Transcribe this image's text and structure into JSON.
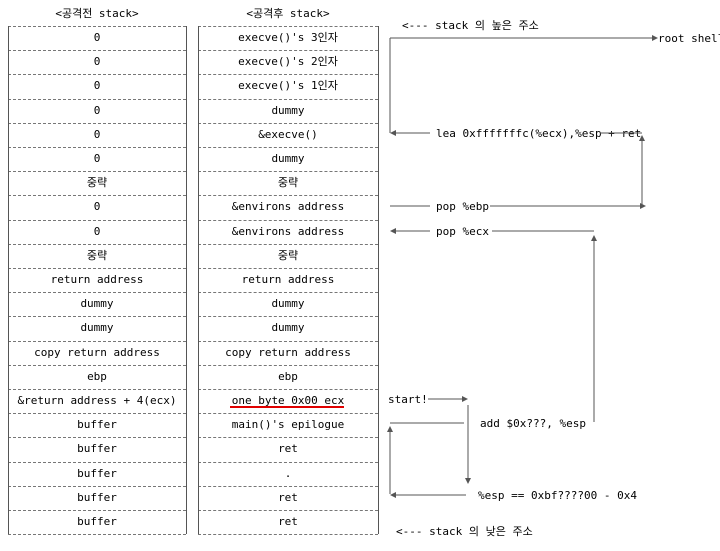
{
  "left_stack": {
    "title": "<공격전 stack>",
    "cells": [
      "0",
      "0",
      "0",
      "0",
      "0",
      "0",
      "중략",
      "0",
      "0",
      "중략",
      "return address",
      "dummy",
      "dummy",
      "copy return address",
      "ebp",
      "&return address + 4(ecx)",
      "buffer",
      "buffer",
      "buffer",
      "buffer",
      "buffer"
    ]
  },
  "right_stack": {
    "title": "<공격후 stack>",
    "cells": [
      "execve()'s 3인자",
      "execve()'s 2인자",
      "execve()'s 1인자",
      "dummy",
      "&execve()",
      "dummy",
      "중략",
      "&environs address",
      "&environs address",
      "중략",
      "return address",
      "dummy",
      "dummy",
      "copy return address",
      "ebp",
      "one byte 0x00 ecx",
      "main()'s epilogue",
      "ret",
      ".",
      "ret",
      "ret"
    ]
  },
  "annotations": {
    "stack_high": "<--- stack 의 높은 주소",
    "root_shell": "root shell",
    "lea_ret": "lea 0xfffffffc(%ecx),%esp + ret",
    "pop_ebp": "pop %ebp",
    "pop_ecx": "pop %ecx",
    "start": "start!",
    "add_esp": "add $0x???, %esp",
    "esp_eq": "%esp == 0xbf????00 - 0x4",
    "stack_low": "<--- stack 의 낮은 주소"
  },
  "colors": {
    "highlight_underline": "#e00000",
    "line": "#555555"
  }
}
